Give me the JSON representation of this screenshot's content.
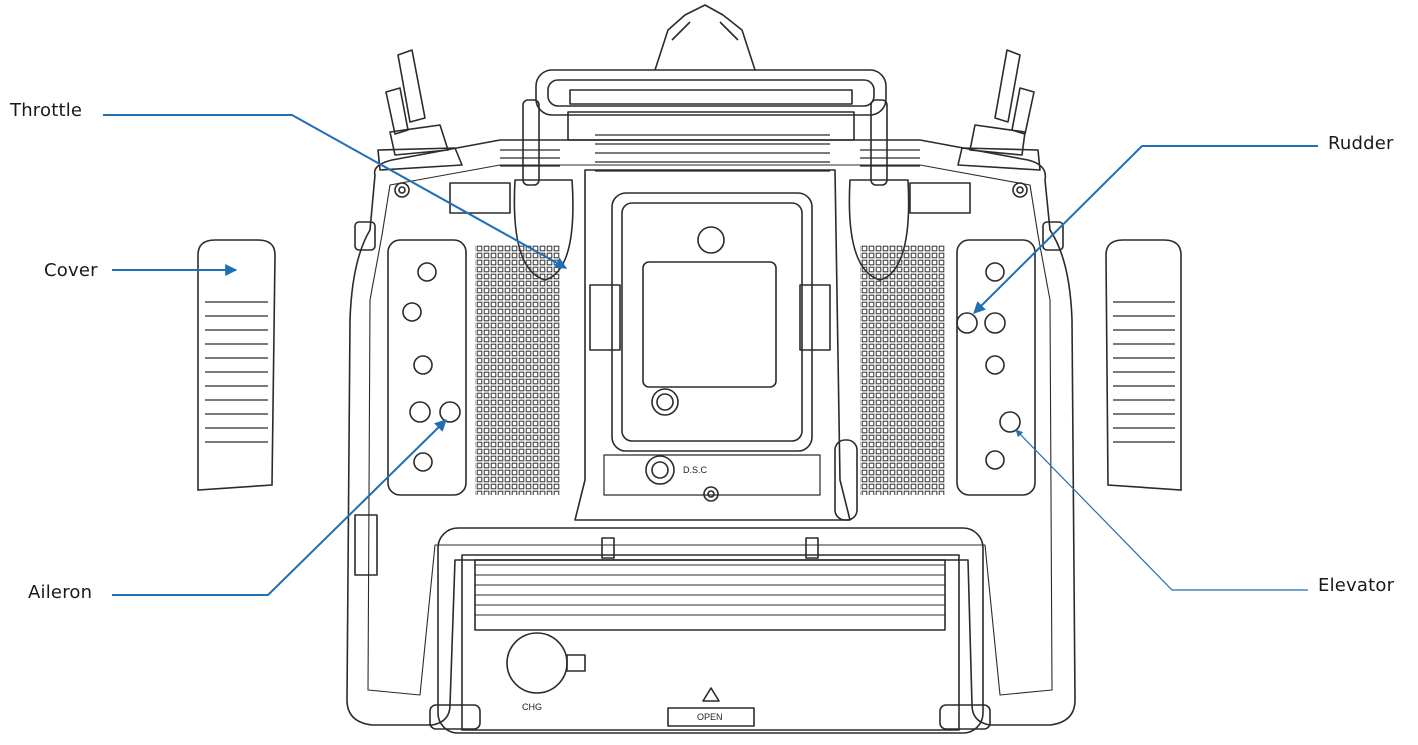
{
  "labels": {
    "throttle": "Throttle",
    "cover": "Cover",
    "aileron": "Aileron",
    "rudder": "Rudder",
    "elevator": "Elevator"
  },
  "device_text": {
    "dsc": "D.S.C",
    "chg": "CHG",
    "open": "OPEN"
  },
  "colors": {
    "arrow": "#1f6fb5",
    "outline": "#2b2b2b",
    "background": "#ffffff"
  }
}
